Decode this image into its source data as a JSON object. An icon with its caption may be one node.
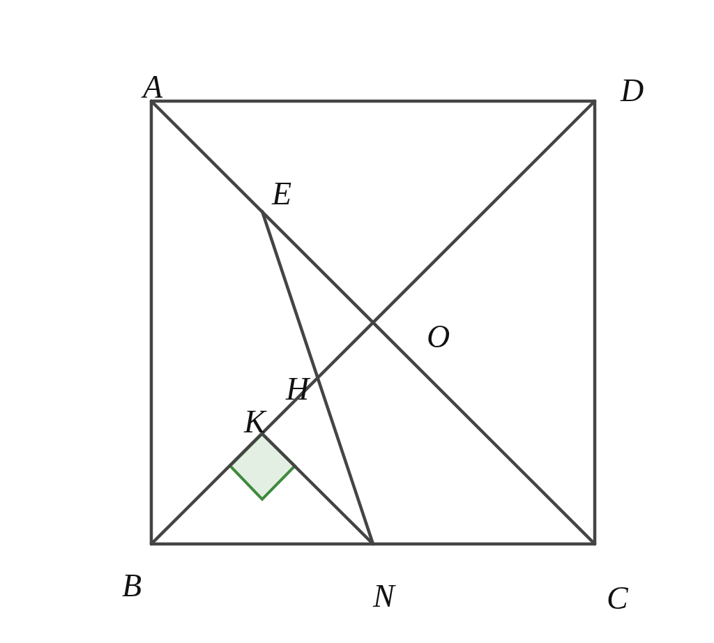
{
  "diagram": {
    "nodes": [
      {
        "text": [
          "A"
        ]
      },
      {
        "text": [
          "D"
        ]
      },
      {
        "text": [
          "E"
        ]
      },
      {
        "text": [
          "O"
        ]
      },
      {
        "text": [
          "H"
        ]
      },
      {
        "text": [
          "K"
        ]
      },
      {
        "text": [
          "B"
        ]
      },
      {
        "text": [
          "N"
        ]
      },
      {
        "text": [
          "C"
        ]
      }
    ],
    "edges": [
      {
        "from": 0,
        "to": 1,
        "arrow": "none"
      },
      {
        "from": 0,
        "to": 6,
        "arrow": "none"
      },
      {
        "from": 1,
        "to": 8,
        "arrow": "none"
      },
      {
        "from": 6,
        "to": 8,
        "arrow": "none"
      },
      {
        "from": 0,
        "to": 8,
        "arrow": "none"
      },
      {
        "from": 6,
        "to": 1,
        "arrow": "none"
      },
      {
        "from": 2,
        "to": 7,
        "arrow": "none"
      },
      {
        "from": 5,
        "to": 7,
        "arrow": "none"
      }
    ]
  }
}
